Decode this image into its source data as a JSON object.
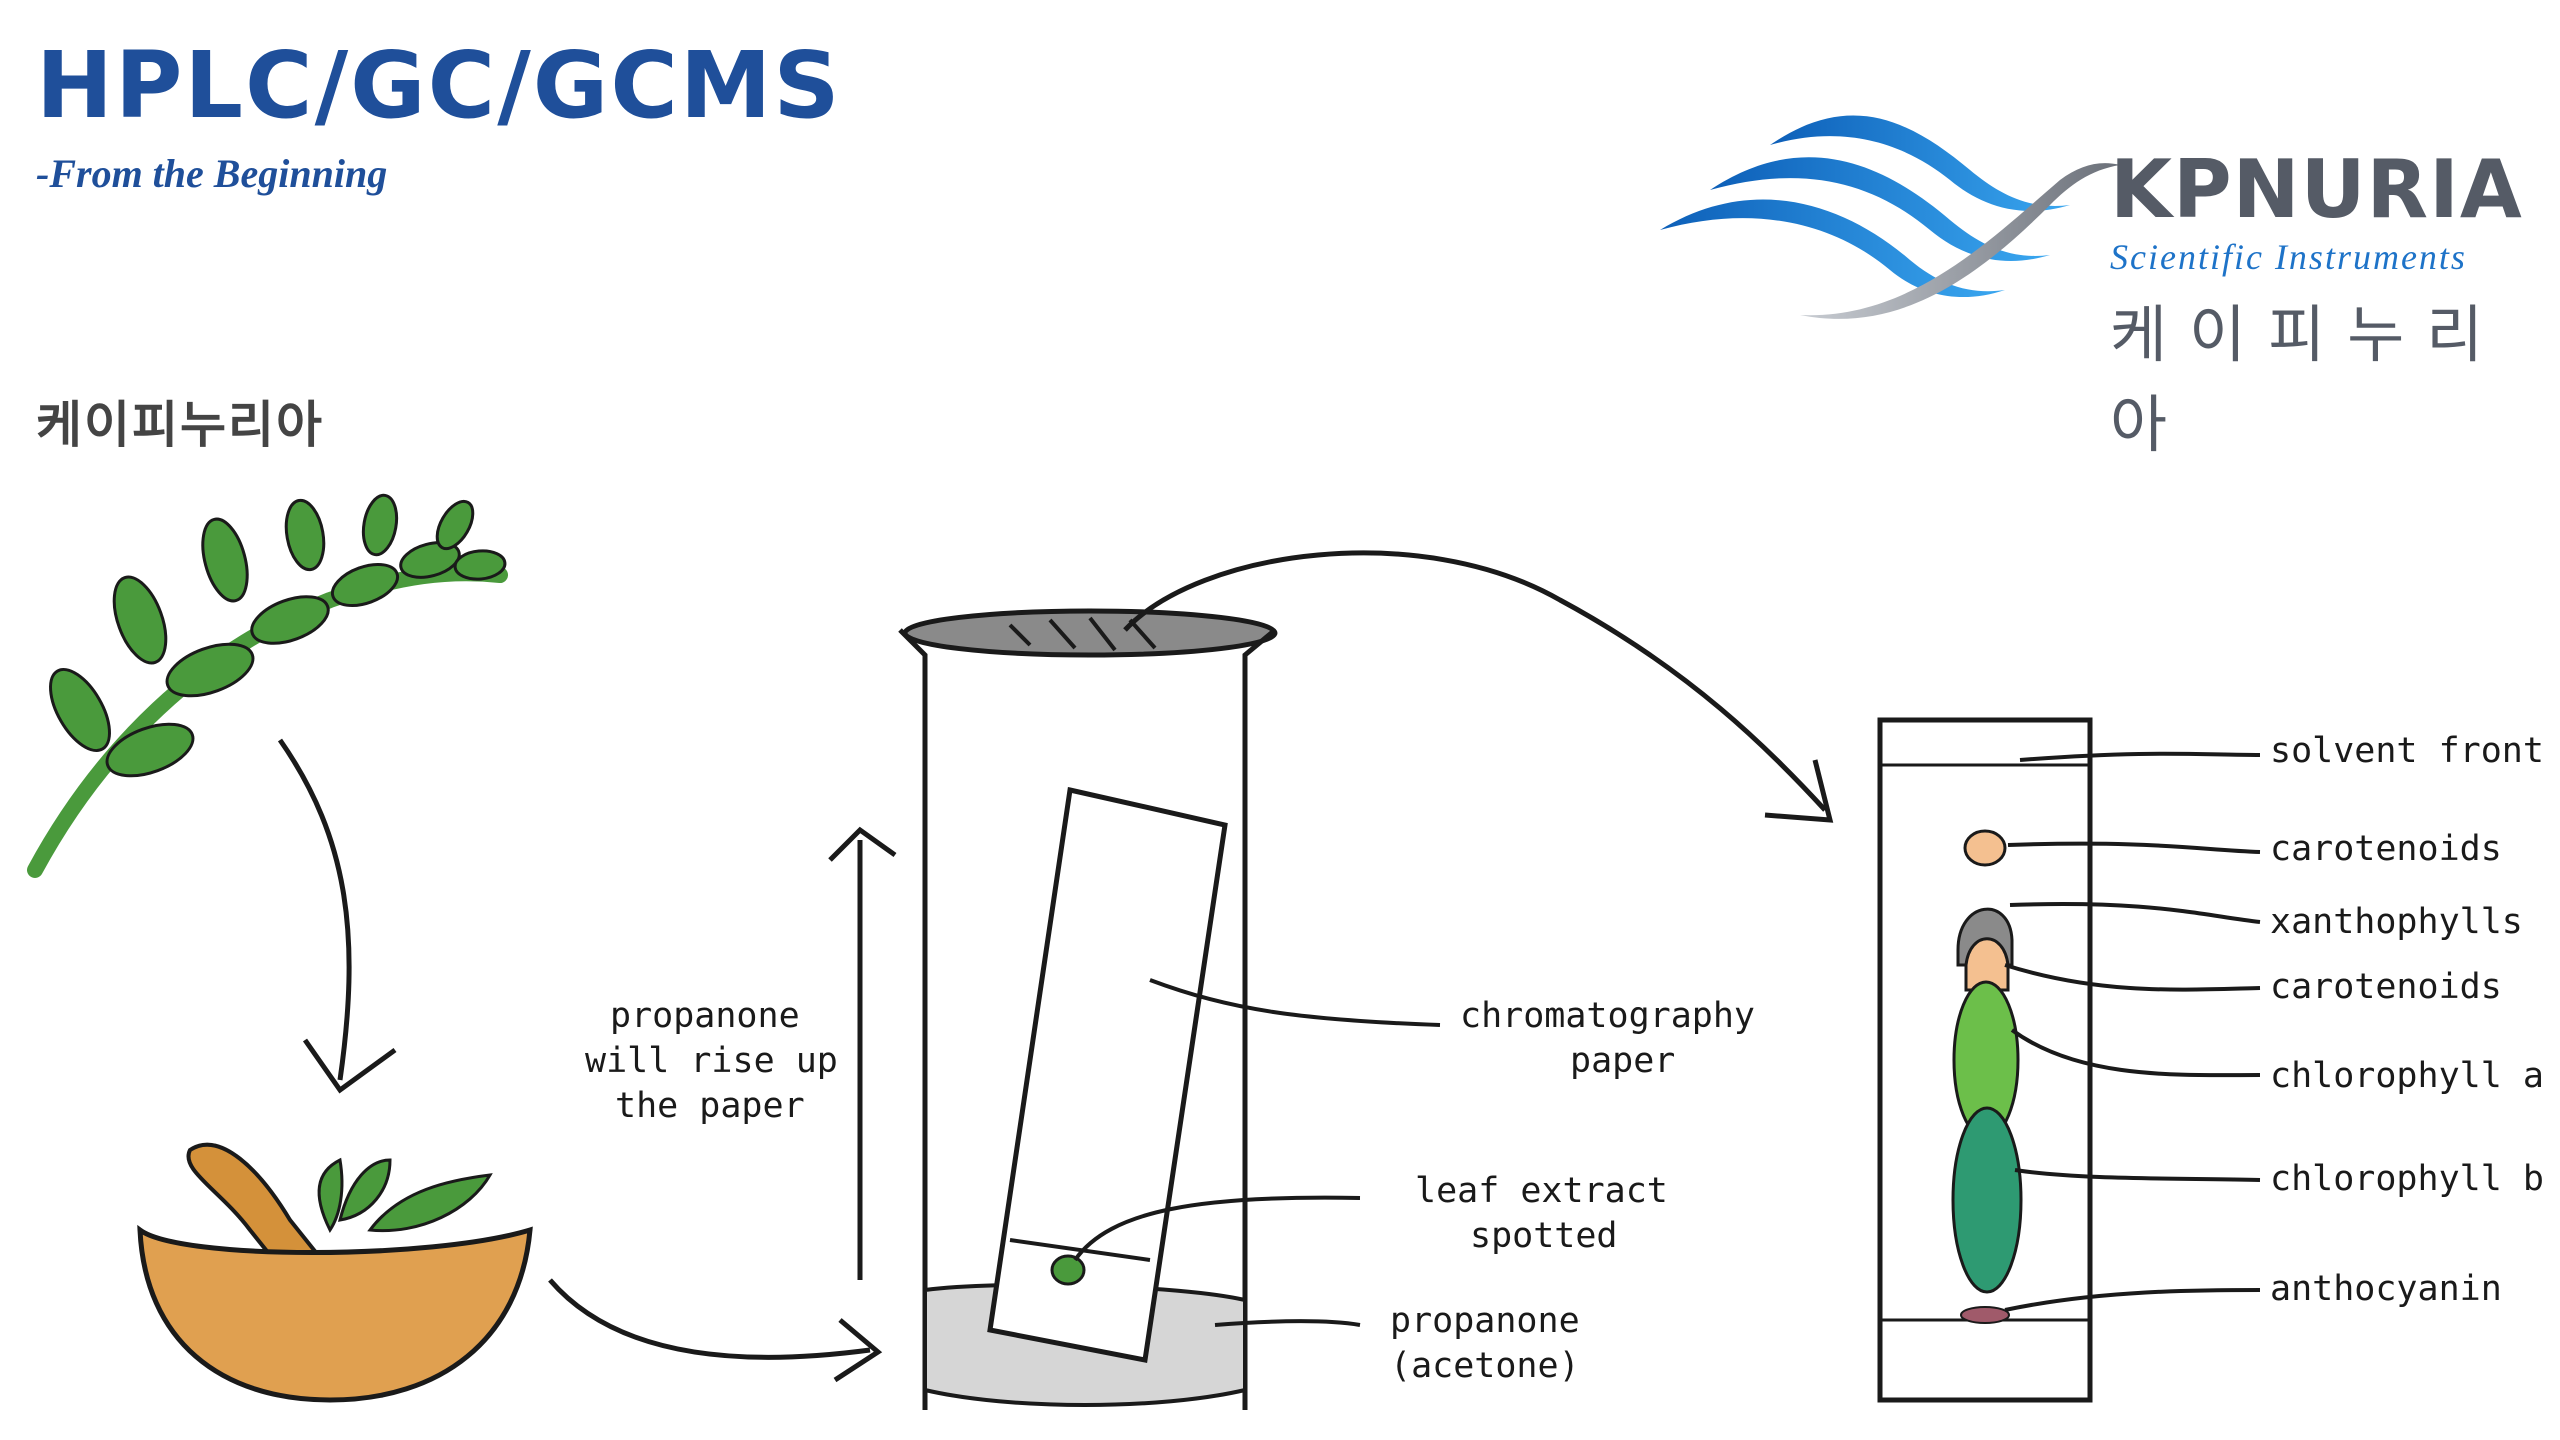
{
  "header": {
    "title": "HPLC/GC/GCMS",
    "subtitle": "-From the Beginning",
    "korean_heading": "케이피누리아"
  },
  "logo": {
    "name": "KPNURIA",
    "tagline": "Scientific Instruments",
    "korean": "케이피누리아"
  },
  "diagram": {
    "left_label": [
      "propanone",
      "will rise up",
      "the paper"
    ],
    "paper_label": [
      "chromatography",
      "paper"
    ],
    "spot_label": [
      "leaf extract",
      "spotted"
    ],
    "solvent_label": [
      "propanone",
      "(acetone)"
    ],
    "bands": [
      {
        "label": "solvent front",
        "color": "#ffffff"
      },
      {
        "label": "carotenoids",
        "color": "#f4c090"
      },
      {
        "label": "xanthophylls",
        "color": "#8a8a8a"
      },
      {
        "label": "carotenoids",
        "color": "#f4c090"
      },
      {
        "label": "chlorophyll a",
        "color": "#6cbf4a"
      },
      {
        "label": "chlorophyll b",
        "color": "#2e9a72"
      },
      {
        "label": "anthocyanin",
        "color": "#a05a6a"
      }
    ]
  },
  "colors": {
    "title": "#1f4f9a",
    "leaf": "#4a9a3c",
    "bowl": "#e0a050",
    "logo_blue": "#1e88e5",
    "logo_gray": "#8a8f99"
  }
}
